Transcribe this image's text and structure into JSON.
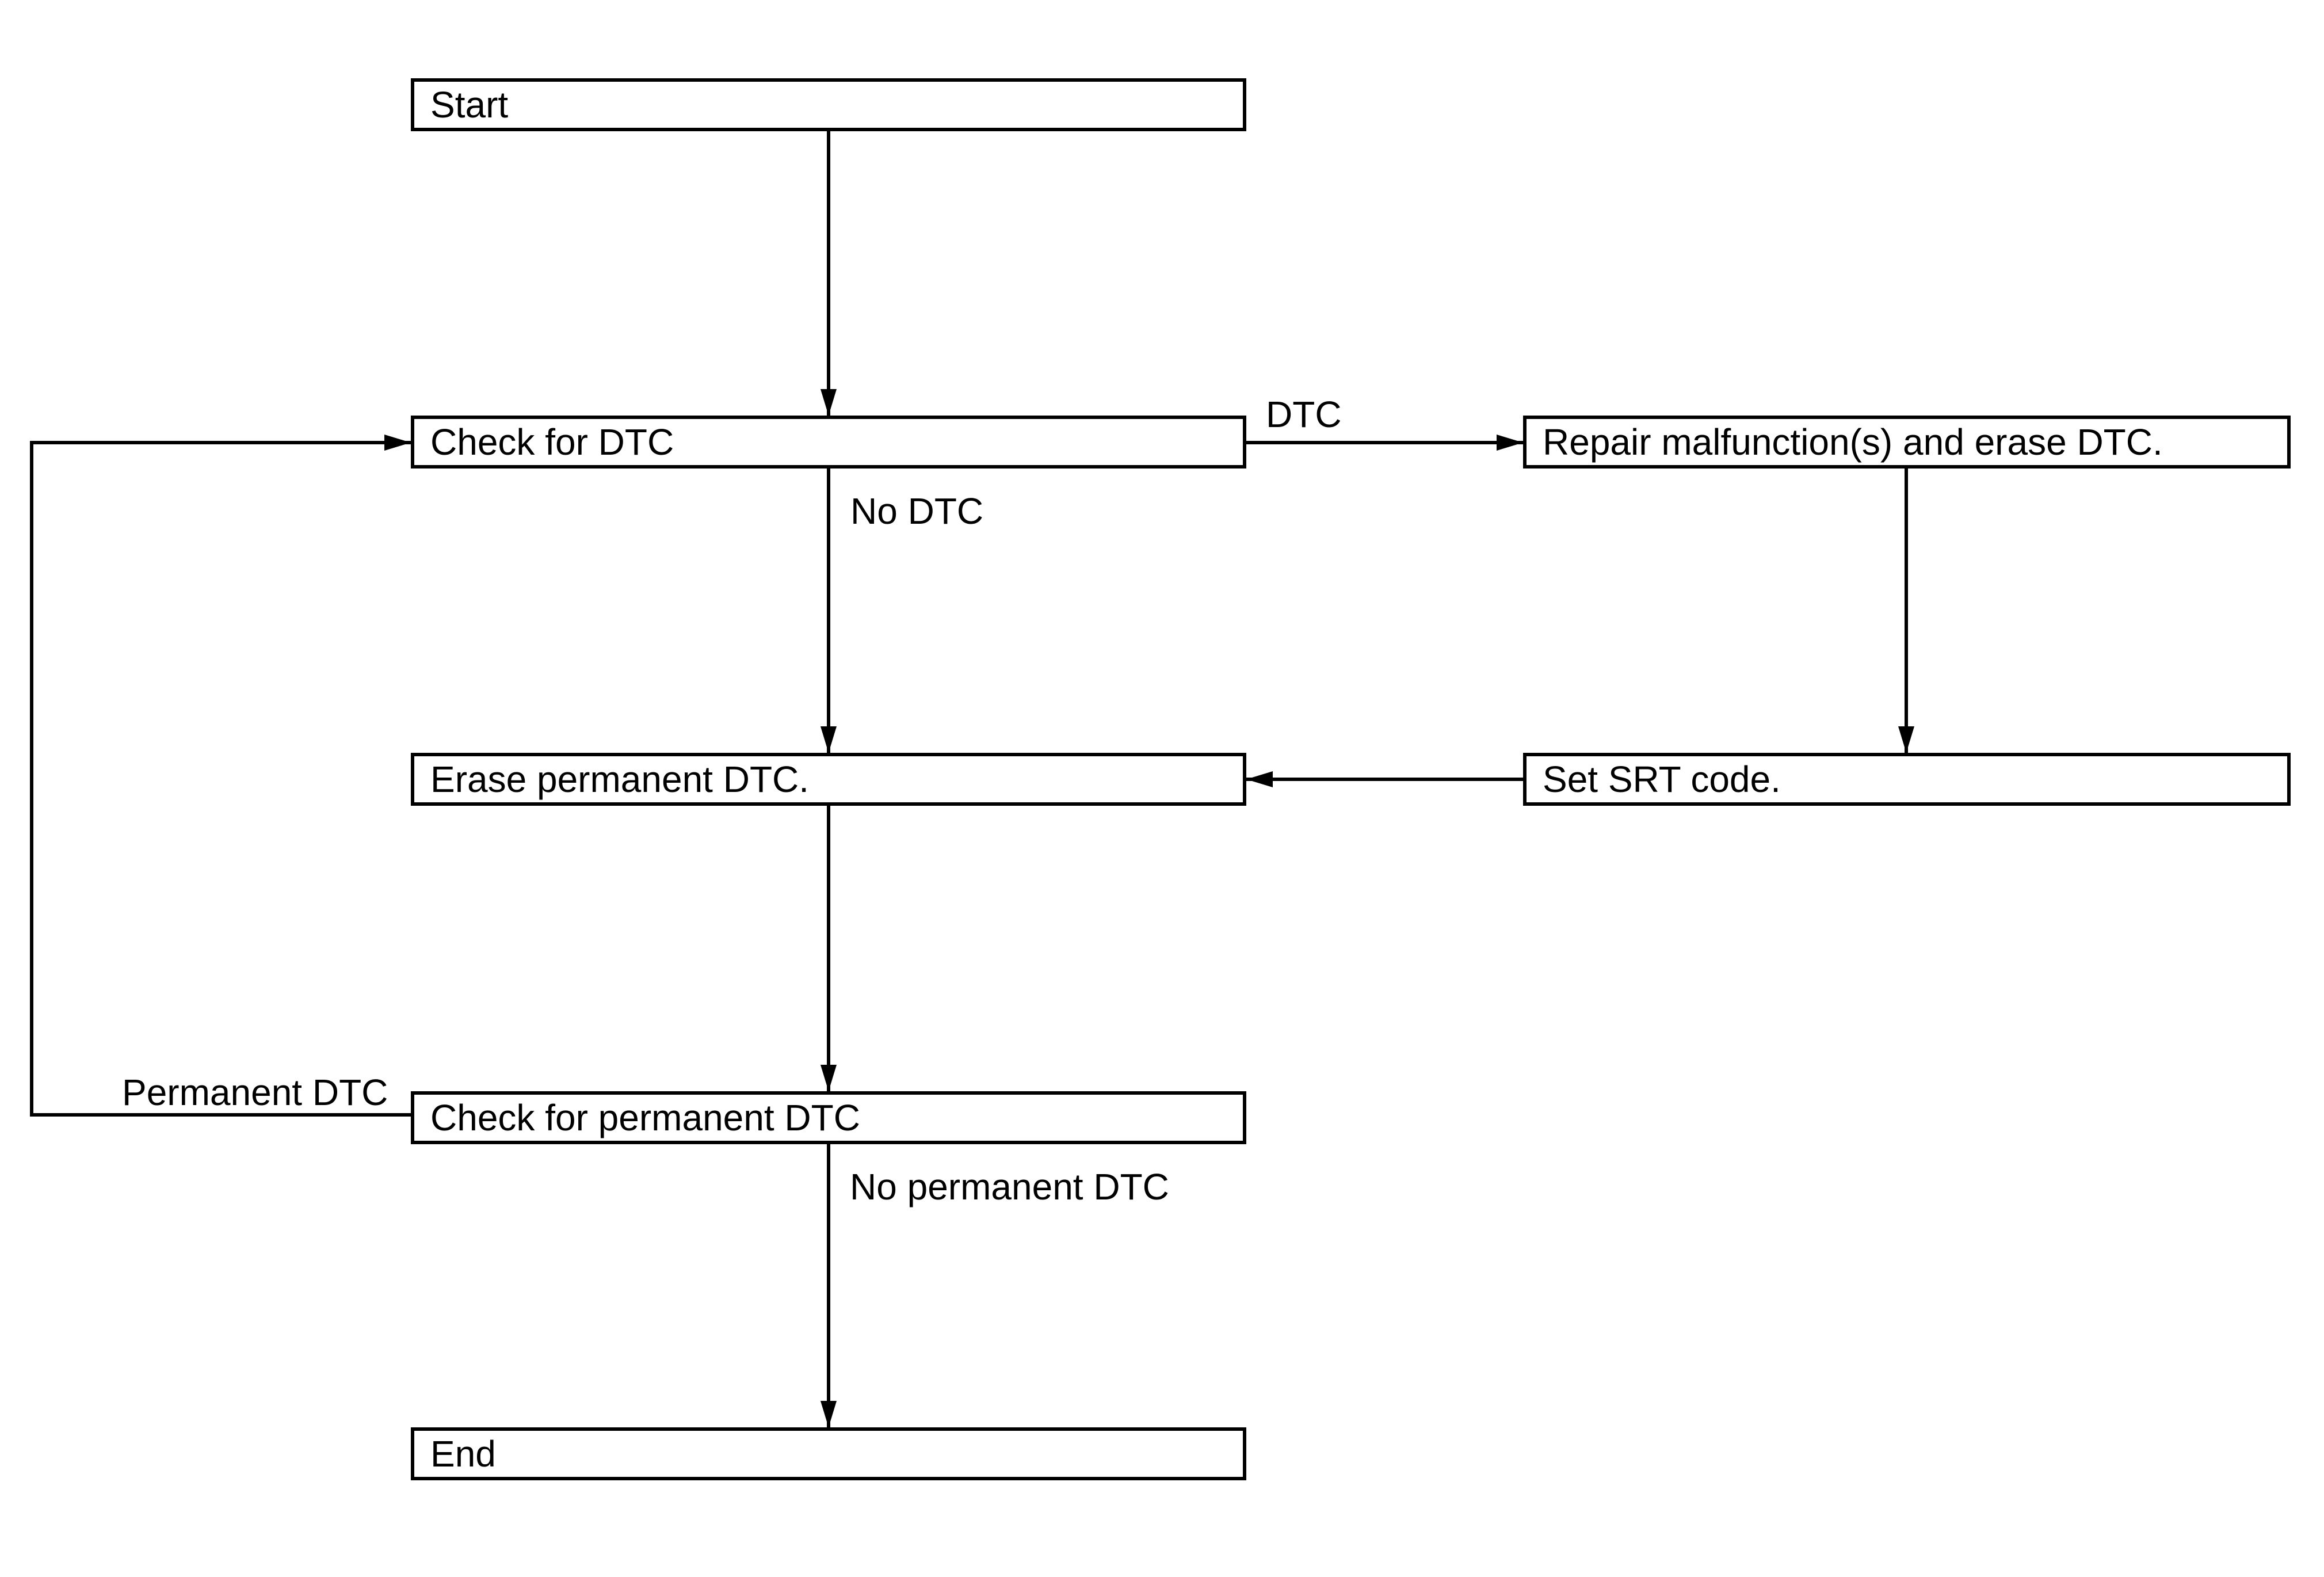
{
  "diagram": {
    "type": "flowchart",
    "colors": {
      "background": "#ffffff",
      "line": "#000000",
      "box_fill": "#ffffff",
      "box_border": "#000000",
      "text": "#000000"
    },
    "nodes": {
      "start": {
        "label": "Start"
      },
      "check_dtc": {
        "label": "Check for DTC"
      },
      "repair": {
        "label": "Repair malfunction(s) and erase DTC."
      },
      "erase_permanent": {
        "label": "Erase permanent DTC."
      },
      "set_srt": {
        "label": "Set SRT code."
      },
      "check_permanent": {
        "label": "Check for permanent DTC"
      },
      "end": {
        "label": "End"
      }
    },
    "edge_labels": {
      "dtc": "DTC",
      "no_dtc": "No DTC",
      "permanent_dtc": "Permanent DTC",
      "no_permanent_dtc": "No permanent DTC"
    },
    "edges": [
      {
        "from": "start",
        "to": "check_dtc",
        "label": ""
      },
      {
        "from": "check_dtc",
        "to": "repair",
        "label": "DTC"
      },
      {
        "from": "check_dtc",
        "to": "erase_permanent",
        "label": "No DTC"
      },
      {
        "from": "repair",
        "to": "set_srt",
        "label": ""
      },
      {
        "from": "set_srt",
        "to": "erase_permanent",
        "label": ""
      },
      {
        "from": "erase_permanent",
        "to": "check_permanent",
        "label": ""
      },
      {
        "from": "check_permanent",
        "to": "check_dtc",
        "label": "Permanent DTC"
      },
      {
        "from": "check_permanent",
        "to": "end",
        "label": "No permanent DTC"
      }
    ]
  }
}
